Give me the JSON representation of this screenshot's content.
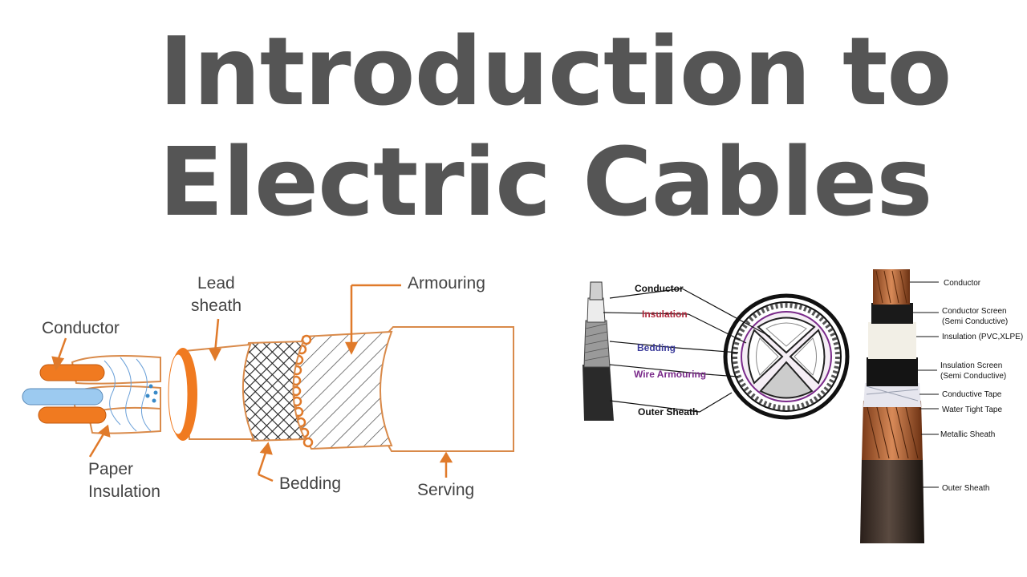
{
  "title": {
    "line1": "Introduction to",
    "line2": "Electric Cables"
  },
  "diagram_left": {
    "labels": {
      "conductor": "Conductor",
      "lead_sheath_1": "Lead",
      "lead_sheath_2": "sheath",
      "armouring": "Armouring",
      "paper_insulation_1": "Paper",
      "paper_insulation_2": "Insulation",
      "bedding": "Bedding",
      "serving": "Serving"
    }
  },
  "diagram_middle": {
    "labels": {
      "conductor": "Conductor",
      "insulation": "Insulation",
      "bedding": "Bedding",
      "wire_armouring": "Wire Armouring",
      "outer_sheath": "Outer Sheath"
    }
  },
  "diagram_right": {
    "labels": {
      "conductor": "Conductor",
      "conductor_screen_1": "Conductor Screen",
      "conductor_screen_2": "(Semi Conductive)",
      "insulation": "Insulation (PVC,XLPE)",
      "insulation_screen_1": "Insulation Screen",
      "insulation_screen_2": "(Semi Conductive)",
      "conductive_tape": "Conductive Tape",
      "water_tight_tape": "Water Tight Tape",
      "metallic_sheath": "Metallic Sheath",
      "outer_sheath": "Outer Sheath"
    }
  },
  "colors": {
    "title": "#555555",
    "accent_orange": "#f07a20",
    "outline_orange": "#d98a4a",
    "bedding_purple": "#7a2a8a",
    "insulation_red": "#b0283c",
    "bedding_blue": "#3a3a9a"
  }
}
